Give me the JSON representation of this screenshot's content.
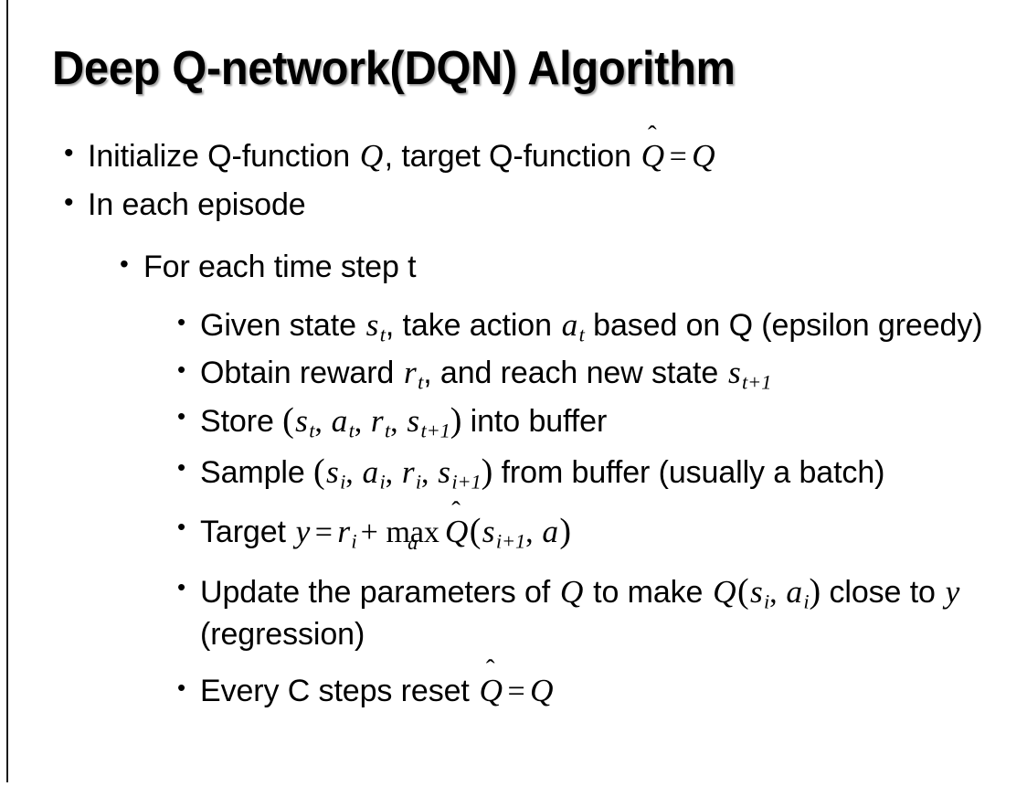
{
  "slide": {
    "background_color": "#ffffff",
    "text_color": "#000000",
    "accent_rule_color": "#1a1a1a",
    "title": "Deep Q-network(DQN) Algorithm"
  },
  "bullet_glyph": "•",
  "content": {
    "b1": {
      "level": 1,
      "text_a": "Initialize Q-function ",
      "sym_q1": "Q",
      "text_b": ", target Q-function ",
      "qhat_accent": "ˆ",
      "sym_qhat": "Q",
      "eq": "=",
      "sym_q2": "Q"
    },
    "b2": {
      "level": 1,
      "text": "In each episode"
    },
    "b3": {
      "level": 2,
      "text": "For each time step t"
    },
    "b4": {
      "level": 3,
      "text_a": "Given state ",
      "sym_s": "s",
      "sub_s": "t",
      "text_b": ", take action ",
      "sym_a": "a",
      "sub_a": "t",
      "text_c": " based on Q (epsilon greedy)"
    },
    "b5": {
      "level": 3,
      "text_a": "Obtain reward ",
      "sym_r": "r",
      "sub_r": "t",
      "text_b": ", and reach new state ",
      "sym_s2": "s",
      "sub_s2": "t+1"
    },
    "b6": {
      "level": 3,
      "text_a": "Store ",
      "paren_open": "(",
      "sym_s": "s",
      "sub_s": "t",
      "comma1": ", ",
      "sym_a": "a",
      "sub_a": "t",
      "comma2": ", ",
      "sym_r": "r",
      "sub_r": "t",
      "comma3": ", ",
      "sym_s2": "s",
      "sub_s2": "t+1",
      "paren_close": ")",
      "text_b": " into buffer"
    },
    "b7": {
      "level": 3,
      "text_a": "Sample ",
      "paren_open": "(",
      "sym_s": "s",
      "sub_s": "i",
      "comma1": ", ",
      "sym_a": "a",
      "sub_a": "i",
      "comma2": ", ",
      "sym_r": "r",
      "sub_r": "i",
      "comma3": ", ",
      "sym_s2": "s",
      "sub_s2": "i+1",
      "paren_close": ")",
      "text_b": " from buffer (usually a batch)"
    },
    "b8": {
      "level": 3,
      "text_a": "Target ",
      "sym_y": "y",
      "eq": "=",
      "sym_r": "r",
      "sub_r": "i",
      "plus": "+",
      "max_op": "max",
      "max_under": "a",
      "qhat_accent": "ˆ",
      "sym_qhat": "Q",
      "paren_open": "(",
      "sym_s": "s",
      "sub_s": "i+1",
      "comma1": ", ",
      "sym_a": "a",
      "paren_close": ")"
    },
    "b9": {
      "level": 3,
      "text_a": "Update the parameters of ",
      "sym_q1": "Q",
      "text_b": " to make ",
      "sym_q2": "Q",
      "paren_open": "(",
      "sym_s": "s",
      "sub_s": "i",
      "comma1": ", ",
      "sym_a": "a",
      "sub_a": "i",
      "paren_close": ")",
      "text_c": " close to ",
      "sym_y": "y",
      "text_d": " (regression)"
    },
    "b10": {
      "level": 3,
      "text_a": "Every C steps reset ",
      "qhat_accent": "ˆ",
      "sym_qhat": "Q",
      "eq": "=",
      "sym_q": "Q"
    }
  }
}
